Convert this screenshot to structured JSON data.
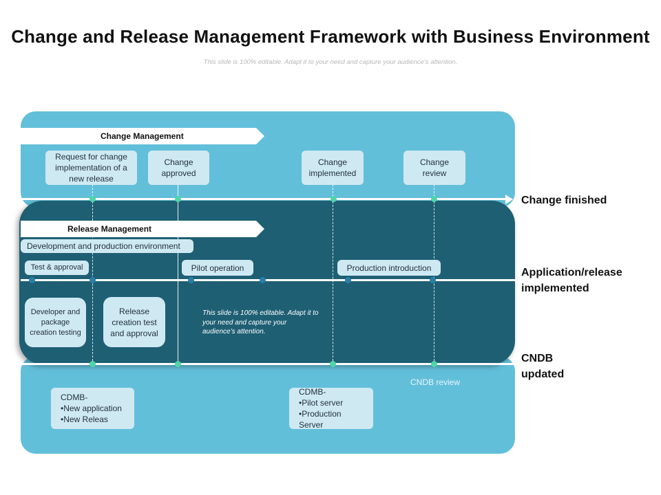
{
  "title": "Change and Release Management Framework with Business Environment",
  "subtitle": "This slide is 100% editable. Adapt it to your need and capture your audience’s attention.",
  "colors": {
    "light_band": "#62bfda",
    "dark_band": "#1e5f73",
    "box": "#cfe9f3",
    "dot_green": "#4fd6a7",
    "dot_blue": "#2a7fa8"
  },
  "change_management": {
    "label": "Change Management",
    "boxes": [
      {
        "text": "Request for change implementation of a new release"
      },
      {
        "text": "Change approved"
      },
      {
        "text": "Change implemented"
      },
      {
        "text": "Change review"
      }
    ]
  },
  "release_management": {
    "label": "Release Management",
    "environment": "Development and production environment",
    "stages": [
      {
        "text": "Test & approval"
      },
      {
        "text": "Pilot operation"
      },
      {
        "text": "Production introduction"
      }
    ],
    "boxes": [
      {
        "text": "Developer and package creation testing"
      },
      {
        "text": "Release creation test and approval"
      }
    ],
    "note": "This slide is 100% editable. Adapt it to your need and capture your audience’s attention."
  },
  "cndb": {
    "boxes": [
      {
        "text": "CDMB-\n•New application\n•New Releas"
      },
      {
        "text": "CDMB-\n•Pilot server\n•Production Server"
      }
    ],
    "review": "CNDB review"
  },
  "side_labels": {
    "change_finished": "Change finished",
    "application_release": "Application/release implemented",
    "cndb_updated": "CNDB updated"
  }
}
